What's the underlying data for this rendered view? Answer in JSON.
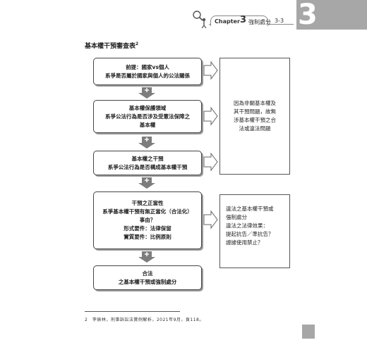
{
  "header": {
    "chapter_word": "Chapter",
    "chapter_number": "3",
    "chapter_title": "強制處分",
    "section": "3-3",
    "big_number": "3"
  },
  "title": {
    "text": "基本權干預審查表",
    "footnote_mark": "2"
  },
  "flow": [
    {
      "lines": [
        "前提：國家vs個人",
        "系爭是否屬於國家與個人的公法關係"
      ]
    },
    {
      "lines": [
        "基本權保護領域",
        "系爭公法行為是否涉及受憲法保障之",
        "基本權"
      ]
    },
    {
      "lines": [
        "基本權之干預",
        "系爭公法行為是否構成基本權干預"
      ]
    },
    {
      "lines": [
        "干預之正當性",
        "系爭基本權干預有無正當化（合法化）",
        "事由？",
        "形式要件：法律保留",
        "實質要件：比例原則"
      ]
    },
    {
      "lines": [
        "合法",
        "之基本權干預或強制處分"
      ]
    }
  ],
  "side_notes": [
    {
      "lines": [
        "因為非關基本權及",
        "其干預問題，故無",
        "涉基本權干預之合",
        "法或違法問題"
      ]
    },
    {
      "lines": [
        "違法之基本權干預或",
        "強制處分",
        "違法之法律效果：",
        "提起抗告／準抗告？",
        "證據使用禁止？"
      ]
    }
  ],
  "footnote": {
    "text": "2　李振林，刑事訴訟法實例解析，2021年9月，頁118。"
  }
}
